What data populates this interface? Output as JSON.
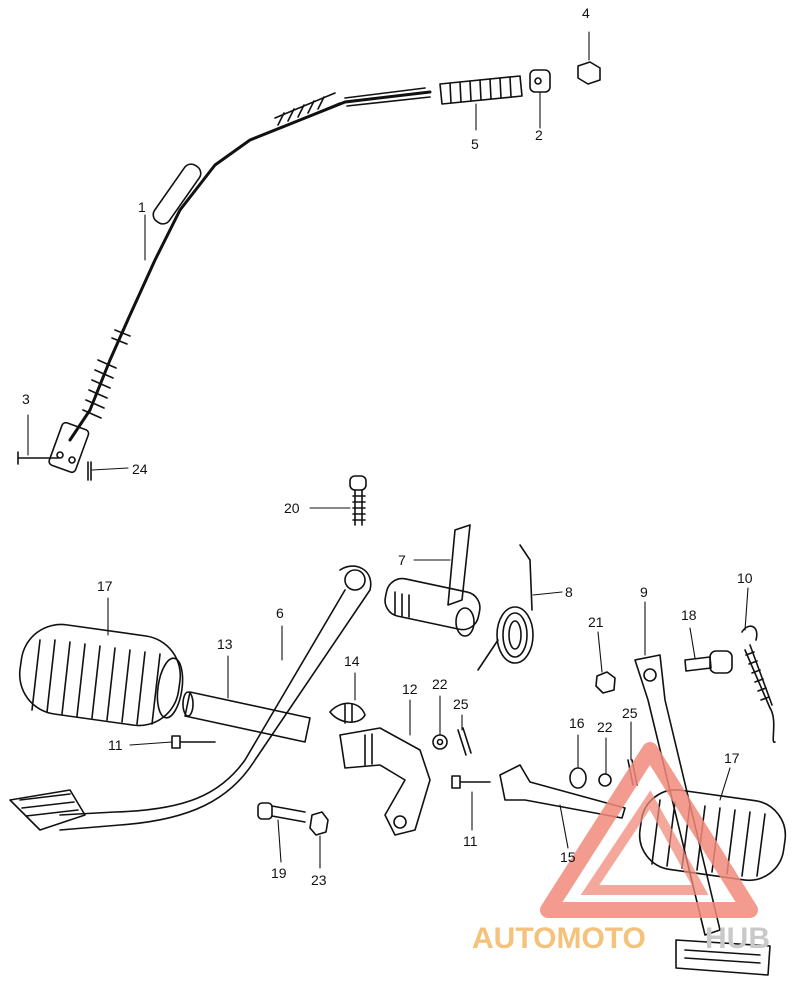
{
  "diagram": {
    "labels": [
      {
        "text": "4"
      },
      {
        "text": "5"
      },
      {
        "text": "2"
      },
      {
        "text": "1"
      },
      {
        "text": "3"
      },
      {
        "text": "24"
      },
      {
        "text": "20"
      },
      {
        "text": "7"
      },
      {
        "text": "8"
      },
      {
        "text": "17"
      },
      {
        "text": "6"
      },
      {
        "text": "13"
      },
      {
        "text": "14"
      },
      {
        "text": "12"
      },
      {
        "text": "22"
      },
      {
        "text": "25"
      },
      {
        "text": "11"
      },
      {
        "text": "21"
      },
      {
        "text": "9"
      },
      {
        "text": "18"
      },
      {
        "text": "10"
      },
      {
        "text": "16"
      },
      {
        "text": "22"
      },
      {
        "text": "25"
      },
      {
        "text": "17"
      },
      {
        "text": "11"
      },
      {
        "text": "15"
      },
      {
        "text": "19"
      },
      {
        "text": "23"
      }
    ]
  },
  "watermark": {
    "part1": "AUTOMOTO",
    "part2": "HUB",
    "colors": {
      "accent": "#f08a7a",
      "orange": "#f4c27a",
      "gray": "#c9c9c9"
    }
  }
}
